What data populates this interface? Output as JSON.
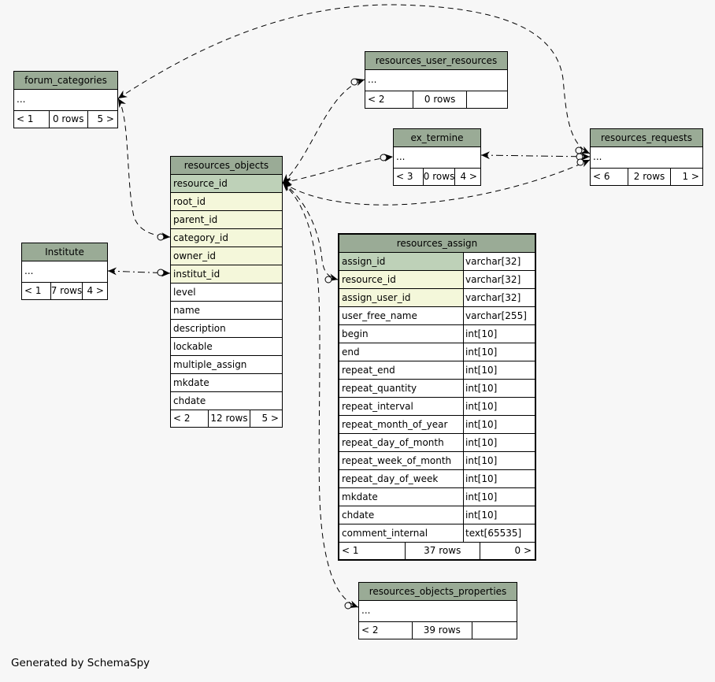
{
  "app": {
    "generator_note": "Generated by SchemaSpy"
  },
  "colors": {
    "background": "#f7f7f7",
    "table_header": "#9aab96",
    "primary_key_row": "#bed1b8",
    "indexed_row": "#f4f7da",
    "normal_row": "#ffffff",
    "border": "#000000"
  },
  "tables": [
    {
      "name": "forum_categories",
      "columns": [
        {
          "name": "...",
          "kind": "normal"
        }
      ],
      "footer": {
        "left": "< 1",
        "center": "0 rows",
        "right": "5 >"
      }
    },
    {
      "name": "resources_user_resources",
      "columns": [
        {
          "name": "...",
          "kind": "normal"
        }
      ],
      "footer": {
        "left": "< 2",
        "center": "0 rows",
        "right": ""
      }
    },
    {
      "name": "ex_termine",
      "columns": [
        {
          "name": "...",
          "kind": "normal"
        }
      ],
      "footer": {
        "left": "< 3",
        "center": "0 rows",
        "right": "4 >"
      }
    },
    {
      "name": "resources_requests",
      "columns": [
        {
          "name": "...",
          "kind": "normal"
        }
      ],
      "footer": {
        "left": "< 6",
        "center": "2 rows",
        "right": "1 >"
      }
    },
    {
      "name": "resources_objects",
      "columns": [
        {
          "name": "resource_id",
          "kind": "pk"
        },
        {
          "name": "root_id",
          "kind": "fk"
        },
        {
          "name": "parent_id",
          "kind": "fk"
        },
        {
          "name": "category_id",
          "kind": "fk"
        },
        {
          "name": "owner_id",
          "kind": "fk"
        },
        {
          "name": "institut_id",
          "kind": "fk"
        },
        {
          "name": "level",
          "kind": "normal"
        },
        {
          "name": "name",
          "kind": "normal"
        },
        {
          "name": "description",
          "kind": "normal"
        },
        {
          "name": "lockable",
          "kind": "normal"
        },
        {
          "name": "multiple_assign",
          "kind": "normal"
        },
        {
          "name": "mkdate",
          "kind": "normal"
        },
        {
          "name": "chdate",
          "kind": "normal"
        }
      ],
      "footer": {
        "left": "< 2",
        "center": "12 rows",
        "right": "5 >"
      }
    },
    {
      "name": "Institute",
      "columns": [
        {
          "name": "...",
          "kind": "normal"
        }
      ],
      "footer": {
        "left": "< 1",
        "center": "7 rows",
        "right": "4 >"
      }
    },
    {
      "name": "resources_assign",
      "columns": [
        {
          "name": "assign_id",
          "type": "varchar[32]",
          "kind": "pk"
        },
        {
          "name": "resource_id",
          "type": "varchar[32]",
          "kind": "fk"
        },
        {
          "name": "assign_user_id",
          "type": "varchar[32]",
          "kind": "fk"
        },
        {
          "name": "user_free_name",
          "type": "varchar[255]",
          "kind": "normal"
        },
        {
          "name": "begin",
          "type": "int[10]",
          "kind": "normal"
        },
        {
          "name": "end",
          "type": "int[10]",
          "kind": "normal"
        },
        {
          "name": "repeat_end",
          "type": "int[10]",
          "kind": "normal"
        },
        {
          "name": "repeat_quantity",
          "type": "int[10]",
          "kind": "normal"
        },
        {
          "name": "repeat_interval",
          "type": "int[10]",
          "kind": "normal"
        },
        {
          "name": "repeat_month_of_year",
          "type": "int[10]",
          "kind": "normal"
        },
        {
          "name": "repeat_day_of_month",
          "type": "int[10]",
          "kind": "normal"
        },
        {
          "name": "repeat_week_of_month",
          "type": "int[10]",
          "kind": "normal"
        },
        {
          "name": "repeat_day_of_week",
          "type": "int[10]",
          "kind": "normal"
        },
        {
          "name": "mkdate",
          "type": "int[10]",
          "kind": "normal"
        },
        {
          "name": "chdate",
          "type": "int[10]",
          "kind": "normal"
        },
        {
          "name": "comment_internal",
          "type": "text[65535]",
          "kind": "normal"
        }
      ],
      "footer": {
        "left": "< 1",
        "center": "37 rows",
        "right": "0 >"
      }
    },
    {
      "name": "resources_objects_properties",
      "columns": [
        {
          "name": "...",
          "kind": "normal"
        }
      ],
      "footer": {
        "left": "< 2",
        "center": "39 rows",
        "right": ""
      }
    }
  ],
  "relationships": [
    {
      "from": "resources_objects.resource_id",
      "to": "resources_user_resources"
    },
    {
      "from": "resources_objects.resource_id",
      "to": "ex_termine"
    },
    {
      "from": "resources_objects.resource_id",
      "to": "resources_requests"
    },
    {
      "from": "resources_objects.resource_id",
      "to": "resources_assign.resource_id"
    },
    {
      "from": "resources_objects.resource_id",
      "to": "resources_objects_properties"
    },
    {
      "from": "forum_categories",
      "to": "resources_objects.category_id"
    },
    {
      "from": "forum_categories",
      "to": "resources_requests"
    },
    {
      "from": "Institute",
      "to": "resources_objects.institut_id"
    },
    {
      "from": "ex_termine",
      "to": "resources_requests"
    }
  ]
}
